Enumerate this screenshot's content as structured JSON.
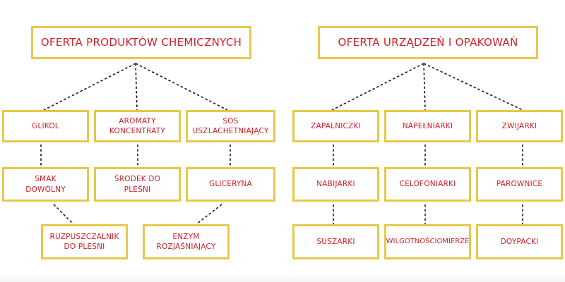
{
  "diagrams": {
    "chemical": {
      "title": "OFERTA PRODUKTÓW CHEMICZNYCH",
      "level1": [
        "GLIKOL",
        "AROMATY\nKONCENTRATY",
        "SOS\nUSZLACHETNIAJĄCY"
      ],
      "level2": [
        "SMAK\nDOWOLNY",
        "ŚRODEK DO\nPLEŚNI",
        "GLICERYNA"
      ],
      "level3": [
        "RUZPUSZCZALNIK\nDO PLEŚNI",
        "ENZYM\nROZJAŚNIAJĄCY"
      ]
    },
    "devices": {
      "title": "OFERTA URZĄDZEŃ I OPAKOWAŃ",
      "level1": [
        "ZAPALNICZKI",
        "NAPEŁNIARKI",
        "ZWIJARKI"
      ],
      "level2": [
        "NABIJARKI",
        "CELOFONIARKI",
        "PAROWNICE"
      ],
      "level3": [
        "SUSZARKI",
        "WILGOTNOŚCIOMIERZE",
        "DOYPACKI"
      ]
    }
  },
  "colors": {
    "box_border": "#e7c84a",
    "text": "#d0202a",
    "connector": "#1a1a1a"
  }
}
